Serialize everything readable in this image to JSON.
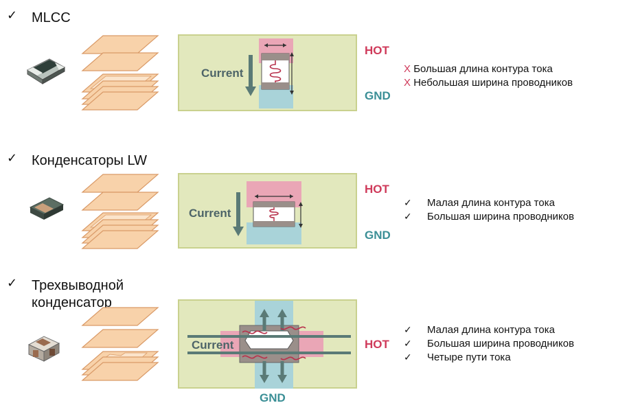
{
  "sections": [
    {
      "title": "MLCC",
      "current_label": "Current",
      "hot_label": "HOT",
      "gnd_label": "GND",
      "bullet_style": "x",
      "bullets": [
        "Большая длина контура тока",
        "Небольшая ширина проводников"
      ]
    },
    {
      "title": "Конденсаторы LW",
      "current_label": "Current",
      "hot_label": "HOT",
      "gnd_label": "GND",
      "bullet_style": "check",
      "bullets": [
        "Малая длина контура тока",
        "Большая ширина проводников"
      ]
    },
    {
      "title_line1": "Трехвыводной",
      "title_line2": "конденсатор",
      "current_label": "Current",
      "hot_label": "HOT",
      "gnd_label": "GND",
      "bullet_style": "check",
      "bullets": [
        "Малая длина контура тока",
        "Большая ширина проводников",
        "Четыре пути тока"
      ]
    }
  ],
  "glyphs": {
    "check": "✓",
    "x": "X"
  },
  "colors": {
    "panel_bg": "#e2e8bd",
    "hot": "#cf3a5a",
    "gnd": "#3b8f96",
    "hot_pad": "#eaa6b6",
    "gnd_pad": "#a9d3d9",
    "layer_fill": "#f8d2aa",
    "layer_edge": "#d99a67",
    "arrow": "#5a7a76",
    "inductor": "#b8324c"
  }
}
